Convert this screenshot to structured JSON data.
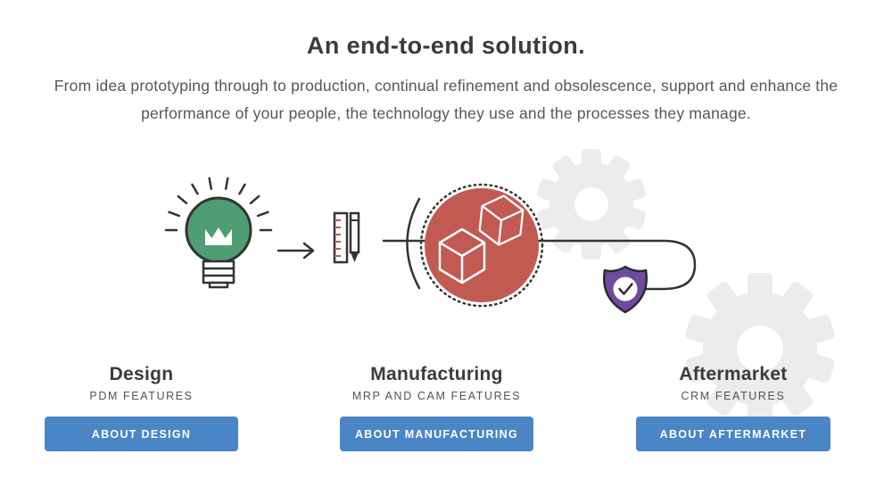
{
  "header": {
    "title": "An end-to-end solution.",
    "subtitle": "From idea prototyping through to production, continual refinement and obsolescence, support and enhance the performance of your people, the technology they use and the processes they manage."
  },
  "illustration": {
    "icons": [
      "lightbulb-idea-icon",
      "arrow-right-icon",
      "ruler-pencil-icon",
      "production-circle-with-cubes-icon",
      "shield-check-icon",
      "gear-watermark-icon"
    ]
  },
  "columns": [
    {
      "title": "Design",
      "subtitle": "PDM FEATURES",
      "button": "ABOUT DESIGN"
    },
    {
      "title": "Manufacturing",
      "subtitle": "MRP AND CAM FEATURES",
      "button": "ABOUT MANUFACTURING"
    },
    {
      "title": "Aftermarket",
      "subtitle": "CRM FEATURES",
      "button": "ABOUT AFTERMARKET"
    }
  ],
  "colors": {
    "button_bg": "#4a86c6",
    "bulb_green": "#4f9d72",
    "circle_red": "#c15b52",
    "shield_purple": "#6e4b9d",
    "gear_gray": "#ececec",
    "outline_dark": "#333333",
    "text_dark": "#3b3b3b",
    "text_gray": "#54565a"
  }
}
